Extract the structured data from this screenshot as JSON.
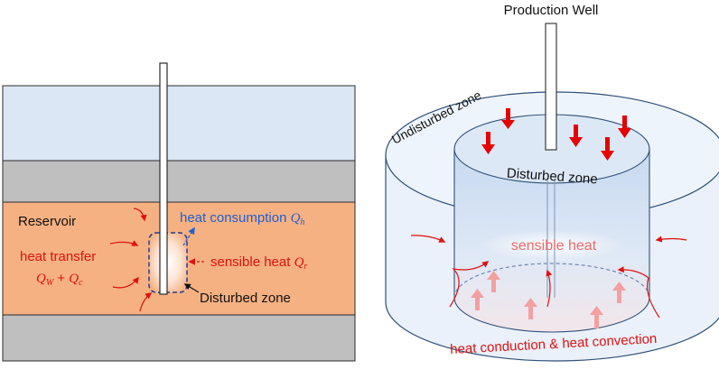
{
  "left_panel": {
    "reservoir_label": "Reservoir",
    "heat_transfer_label": "heat transfer",
    "heat_transfer_formula": {
      "a": "Q",
      "a_sub": "W",
      "plus": " + ",
      "b": "Q",
      "b_sub": "c"
    },
    "heat_consumption_label": "heat consumption ",
    "heat_consumption_symbol": {
      "main": "Q",
      "sub": "h"
    },
    "sensible_heat_label": "sensible heat ",
    "sensible_heat_symbol": {
      "main": "Q",
      "sub": "r"
    },
    "disturbed_zone_label": "Disturbed zone",
    "colors": {
      "water_layer": "#dbe7f5",
      "rock_layer": "#bfbfbf",
      "reservoir": "#f6b183",
      "heat_text": "#e01010",
      "consumption_text": "#1f5fd0"
    }
  },
  "right_panel": {
    "production_well_label": "Production Well",
    "undisturbed_zone_label": "Undisturbed zone",
    "disturbed_zone_label": "Disturbed zone",
    "sensible_heat_label": "sensible heat",
    "conduction_convection_label": "heat conduction & heat convection",
    "colors": {
      "outer_cylinder": "#eaf1fa",
      "inner_cylinder": "#d2e1f4",
      "outline": "#2f4f78",
      "down_arrow": "#e60000",
      "up_arrow": "#f2a0a0",
      "sensible_heat_text": "#f06a6a",
      "conduction_text": "#e01010"
    }
  }
}
